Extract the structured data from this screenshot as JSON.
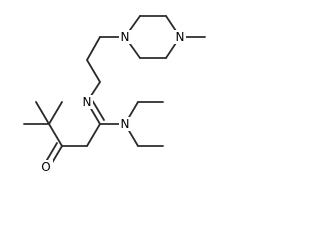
{
  "molecule": {
    "atoms": {
      "n_pip_1": "N",
      "n_pip_4": "N",
      "n_imine": "N",
      "n_amine": "N",
      "o_ketone": "O"
    },
    "colors": {
      "bond": "#2a2a2a",
      "label": "#000000",
      "background": "#ffffff"
    }
  }
}
